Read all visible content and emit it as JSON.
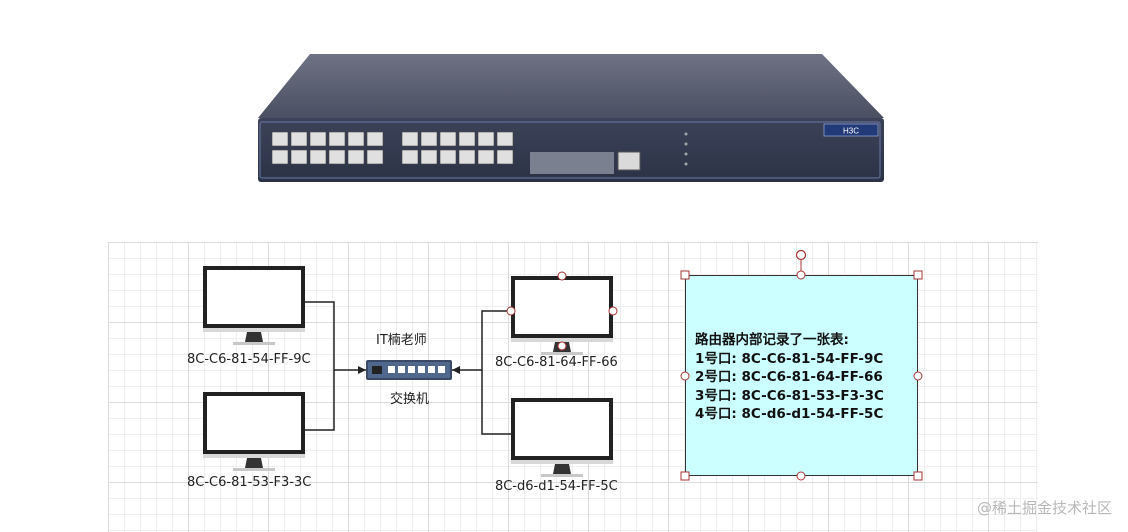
{
  "photo": {
    "brand_logo": "H3C"
  },
  "diagram": {
    "computers": [
      {
        "mac": "8C-C6-81-54-FF-9C"
      },
      {
        "mac": "8C-C6-81-53-F3-3C"
      },
      {
        "mac": "8C-C6-81-64-FF-66"
      },
      {
        "mac": "8C-d6-d1-54-FF-5C"
      }
    ],
    "switch_top_label": "IT楠老师",
    "switch_label": "交换机"
  },
  "mac_table": {
    "title": "路由器内部记录了一张表:",
    "rows": [
      "1号口: 8C-C6-81-54-FF-9C",
      "2号口: 8C-C6-81-64-FF-66",
      "3号口: 8C-C6-81-53-F3-3C",
      "4号口: 8C-d6-d1-54-FF-5C"
    ]
  },
  "watermark": "@稀土掘金技术社区",
  "colors": {
    "table_fill": "#ccffff",
    "switch_body": "#5a5f73",
    "monitor_frame": "#222222"
  }
}
